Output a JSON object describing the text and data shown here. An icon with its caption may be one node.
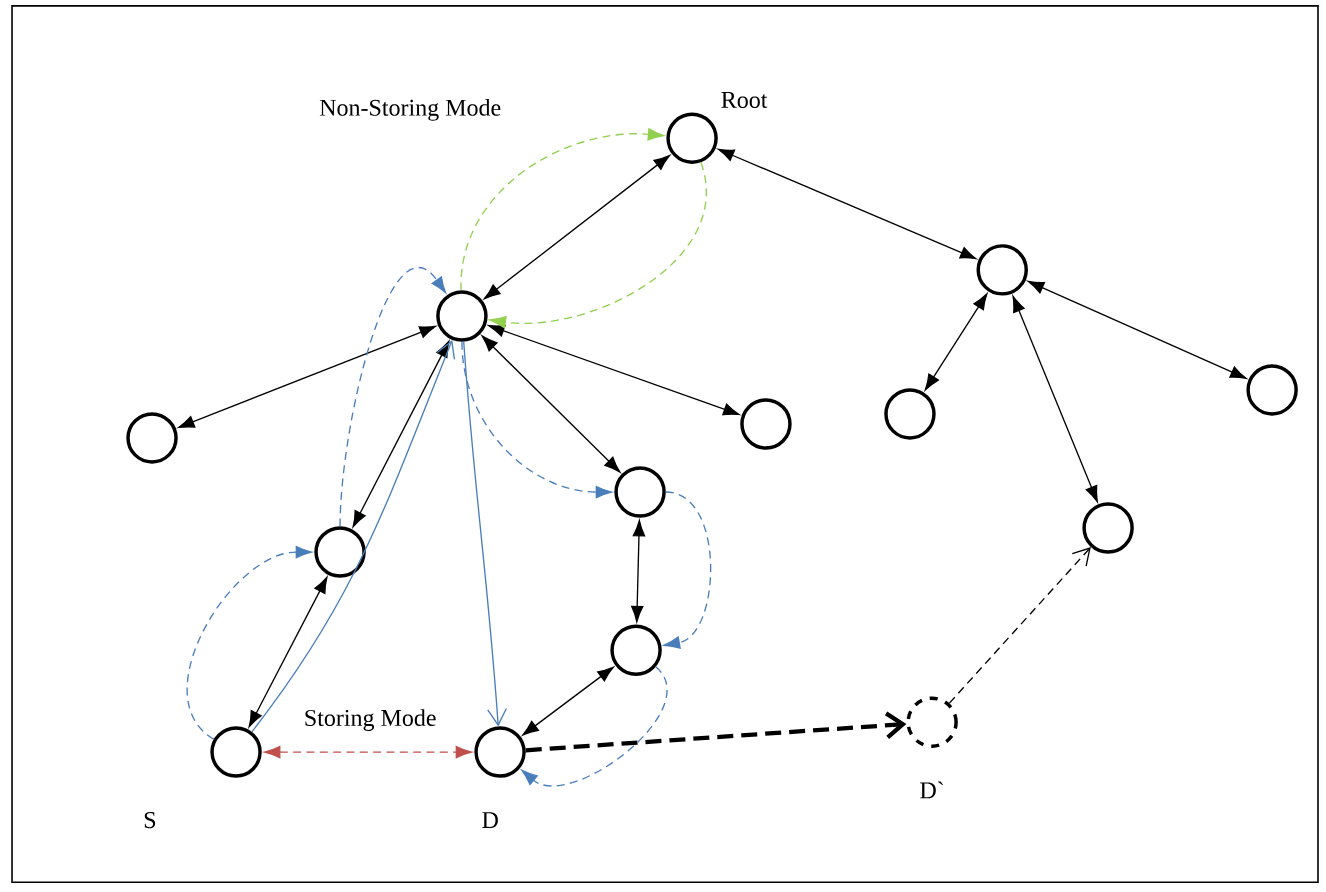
{
  "diagram": {
    "nodes": [
      {
        "text": [],
        "shape": "circle",
        "beside": [
          "Root"
        ]
      },
      {
        "text": [],
        "shape": "circle"
      },
      {
        "text": [],
        "shape": "circle"
      },
      {
        "text": [],
        "shape": "circle"
      },
      {
        "text": [],
        "shape": "circle"
      },
      {
        "text": [],
        "shape": "circle"
      },
      {
        "text": [],
        "shape": "circle"
      },
      {
        "text": [],
        "shape": "circle"
      },
      {
        "text": [],
        "shape": "circle"
      },
      {
        "text": [],
        "shape": "circle"
      },
      {
        "text": [],
        "shape": "circle"
      },
      {
        "text": [],
        "shape": "circle",
        "beside": [
          "S"
        ]
      },
      {
        "text": [],
        "shape": "circle",
        "beside": [
          "D"
        ]
      },
      {
        "text": [],
        "shape": "circle",
        "beside": [
          "D`"
        ]
      }
    ],
    "edges": [
      {
        "from": 0,
        "to": 1,
        "arrow": "both"
      },
      {
        "from": 0,
        "to": 2,
        "arrow": "both"
      },
      {
        "from": 1,
        "to": 3,
        "arrow": "both"
      },
      {
        "from": 1,
        "to": 8,
        "arrow": "both"
      },
      {
        "from": 1,
        "to": 7,
        "arrow": "both"
      },
      {
        "from": 1,
        "to": 4,
        "arrow": "both"
      },
      {
        "from": 2,
        "to": 5,
        "arrow": "both"
      },
      {
        "from": 2,
        "to": 6,
        "arrow": "both"
      },
      {
        "from": 2,
        "to": 9,
        "arrow": "both"
      },
      {
        "from": 8,
        "to": 11,
        "arrow": "both"
      },
      {
        "from": 7,
        "to": 10,
        "arrow": "both"
      },
      {
        "from": 10,
        "to": 12,
        "arrow": "both"
      },
      {
        "from": 12,
        "to": 13,
        "arrow": "to",
        "style": "dashed"
      },
      {
        "from": 13,
        "to": 9,
        "arrow": "to",
        "style": "dashed"
      },
      {
        "from": 11,
        "to": 12,
        "arrow": "both",
        "style": "dashed",
        "color": "#c0504d"
      },
      {
        "from": 11,
        "to": 1,
        "arrow": "to",
        "color": "#4a7ebb"
      },
      {
        "from": 1,
        "to": 12,
        "arrow": "to",
        "color": "#4a7ebb"
      },
      {
        "from": 11,
        "to": 8,
        "arrow": "to",
        "style": "dashed",
        "color": "#4a7ebb"
      },
      {
        "from": 8,
        "to": 1,
        "arrow": "to",
        "style": "dashed",
        "color": "#4a7ebb"
      },
      {
        "from": 1,
        "to": 7,
        "arrow": "to",
        "style": "dashed",
        "color": "#4a7ebb"
      },
      {
        "from": 7,
        "to": 10,
        "arrow": "to",
        "style": "dashed",
        "color": "#4a7ebb"
      },
      {
        "from": 10,
        "to": 12,
        "arrow": "to",
        "style": "dashed",
        "color": "#4a7ebb"
      },
      {
        "from": 1,
        "to": 0,
        "arrow": "to",
        "style": "dashed",
        "color": "#92d050"
      },
      {
        "from": 0,
        "to": 1,
        "arrow": "to",
        "style": "dashed",
        "color": "#92d050"
      }
    ],
    "labels": [
      "Non-Storing Mode",
      "Storing Mode"
    ]
  }
}
